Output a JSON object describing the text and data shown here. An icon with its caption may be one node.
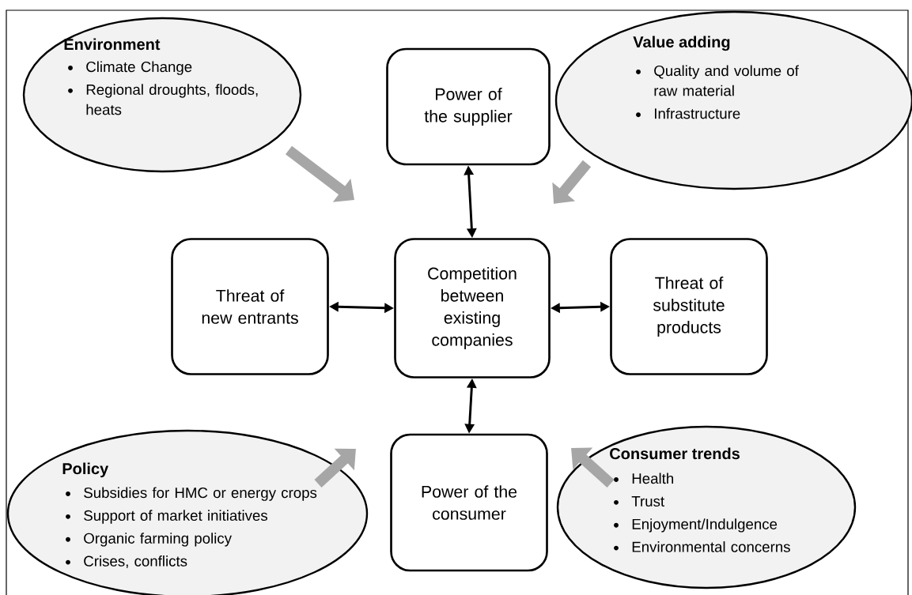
{
  "diagram": {
    "nodes": [
      {
        "text": [
          "Environment",
          "Climate Change",
          "Regional droughts, floods, heats"
        ]
      },
      {
        "text": [
          "Power of the supplier"
        ]
      },
      {
        "text": [
          "Value adding",
          "Quality and volume of raw material",
          "Infrastructure"
        ]
      },
      {
        "text": [
          "Threat of new entrants"
        ]
      },
      {
        "text": [
          "Competition between existing companies"
        ]
      },
      {
        "text": [
          "Threat of substitute products"
        ]
      },
      {
        "text": [
          "Policy",
          "Subsidies for HMC or energy crops",
          "Support of market initiatives",
          "Organic farming policy",
          "Crises, conflicts"
        ]
      },
      {
        "text": [
          "Power of the consumer"
        ]
      },
      {
        "text": [
          "Consumer trends",
          "Health",
          "Trust",
          "Enjoyment/Indulgence",
          "Environmental concerns"
        ]
      }
    ],
    "edges": [
      {
        "from": 1,
        "to": 4,
        "arrow": "both"
      },
      {
        "from": 3,
        "to": 4,
        "arrow": "both"
      },
      {
        "from": 4,
        "to": 5,
        "arrow": "both"
      },
      {
        "from": 4,
        "to": 7,
        "arrow": "both"
      }
    ]
  }
}
